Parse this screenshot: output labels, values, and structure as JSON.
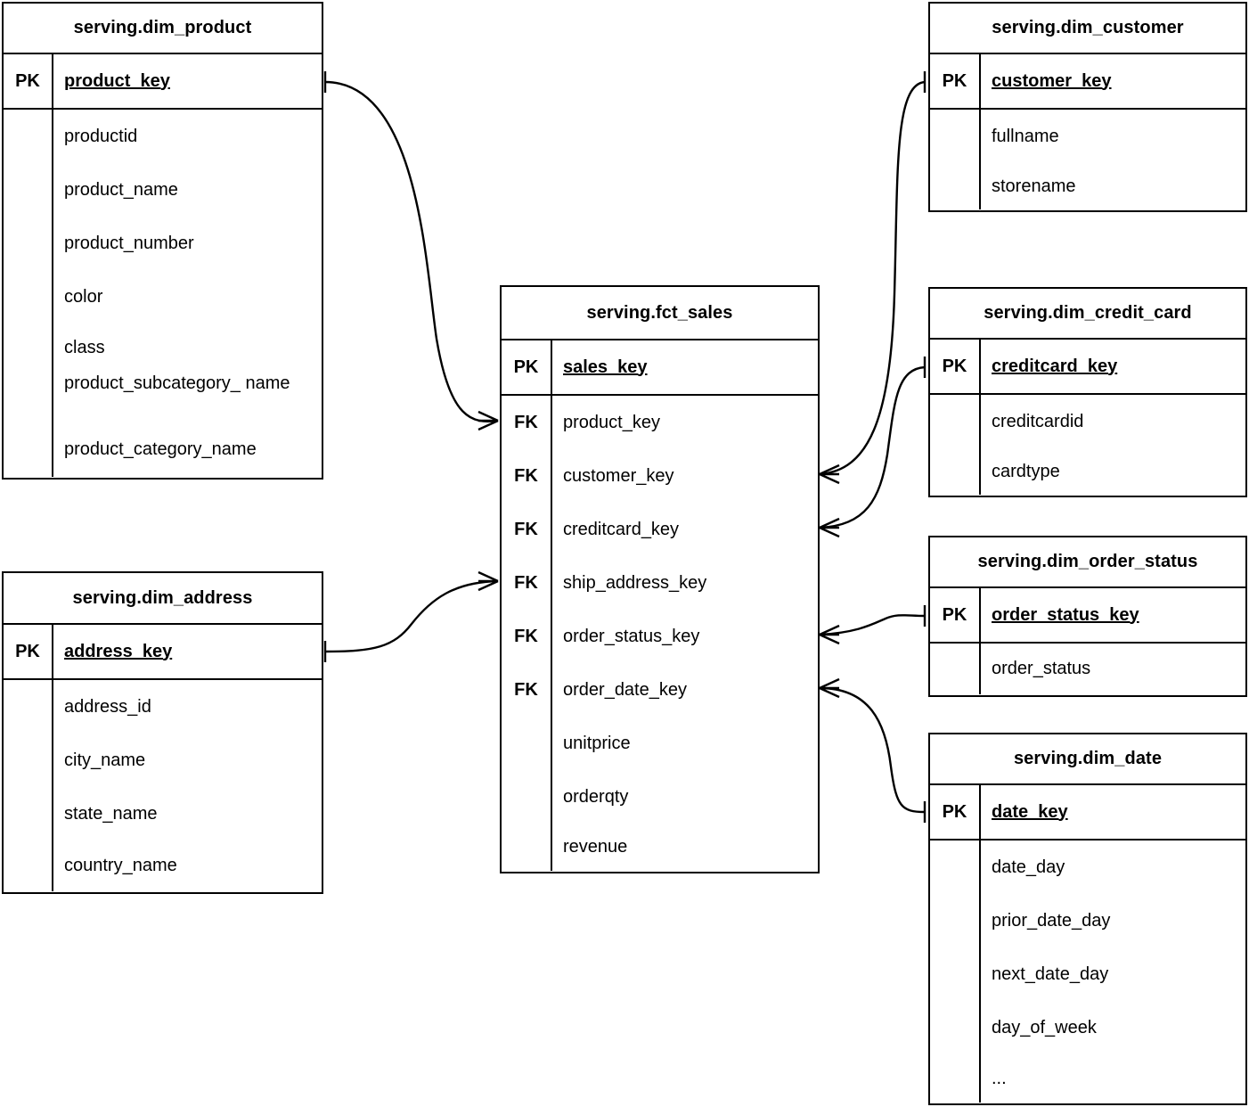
{
  "diagram": {
    "kind": "entity-relationship-diagram",
    "notation": "crow's-foot",
    "background_color": "#ffffff",
    "line_color": "#000000"
  },
  "entities": {
    "dim_product": {
      "title": "serving.dim_product",
      "pk_tag": "PK",
      "pk_field": "product_key",
      "fields": [
        "productid",
        "product_name",
        "product_number",
        "color",
        "class",
        "product_subcategory_\nname",
        "product_category_name"
      ]
    },
    "dim_address": {
      "title": "serving.dim_address",
      "pk_tag": "PK",
      "pk_field": "address_key",
      "fields": [
        "address_id",
        "city_name",
        "state_name",
        "country_name"
      ]
    },
    "fct_sales": {
      "title": "serving.fct_sales",
      "pk_tag": "PK",
      "pk_field": "sales_key",
      "fk_tag": "FK",
      "rows": [
        {
          "tag": "FK",
          "name": "product_key"
        },
        {
          "tag": "FK",
          "name": "customer_key"
        },
        {
          "tag": "FK",
          "name": "creditcard_key"
        },
        {
          "tag": "FK",
          "name": "ship_address_key"
        },
        {
          "tag": "FK",
          "name": "order_status_key"
        },
        {
          "tag": "FK",
          "name": "order_date_key"
        },
        {
          "tag": "",
          "name": "unitprice"
        },
        {
          "tag": "",
          "name": "orderqty"
        },
        {
          "tag": "",
          "name": "revenue"
        }
      ]
    },
    "dim_customer": {
      "title": "serving.dim_customer",
      "pk_tag": "PK",
      "pk_field": "customer_key",
      "fields": [
        "fullname",
        "storename"
      ]
    },
    "dim_credit_card": {
      "title": "serving.dim_credit_card",
      "pk_tag": "PK",
      "pk_field": "creditcard_key",
      "fields": [
        "creditcardid",
        "cardtype"
      ]
    },
    "dim_order_status": {
      "title": "serving.dim_order_status",
      "pk_tag": "PK",
      "pk_field": "order_status_key",
      "fields": [
        "order_status"
      ]
    },
    "dim_date": {
      "title": "serving.dim_date",
      "pk_tag": "PK",
      "pk_field": "date_key",
      "fields": [
        "date_day",
        "prior_date_day",
        "next_date_day",
        "day_of_week",
        "..."
      ]
    }
  },
  "relationships": [
    {
      "name": "product-to-sales",
      "from": "serving.dim_product.product_key",
      "to": "serving.fct_sales.product_key",
      "from_cardinality": "one",
      "to_cardinality": "many"
    },
    {
      "name": "address-to-sales",
      "from": "serving.dim_address.address_key",
      "to": "serving.fct_sales.ship_address_key",
      "from_cardinality": "one",
      "to_cardinality": "many"
    },
    {
      "name": "customer-to-sales",
      "from": "serving.dim_customer.customer_key",
      "to": "serving.fct_sales.customer_key",
      "from_cardinality": "one",
      "to_cardinality": "many"
    },
    {
      "name": "credit-card-to-sales",
      "from": "serving.dim_credit_card.creditcard_key",
      "to": "serving.fct_sales.creditcard_key",
      "from_cardinality": "one",
      "to_cardinality": "many"
    },
    {
      "name": "order-status-to-sales",
      "from": "serving.dim_order_status.order_status_key",
      "to": "serving.fct_sales.order_status_key",
      "from_cardinality": "one",
      "to_cardinality": "many"
    },
    {
      "name": "date-to-sales",
      "from": "serving.dim_date.date_key",
      "to": "serving.fct_sales.order_date_key",
      "from_cardinality": "one",
      "to_cardinality": "many"
    }
  ]
}
